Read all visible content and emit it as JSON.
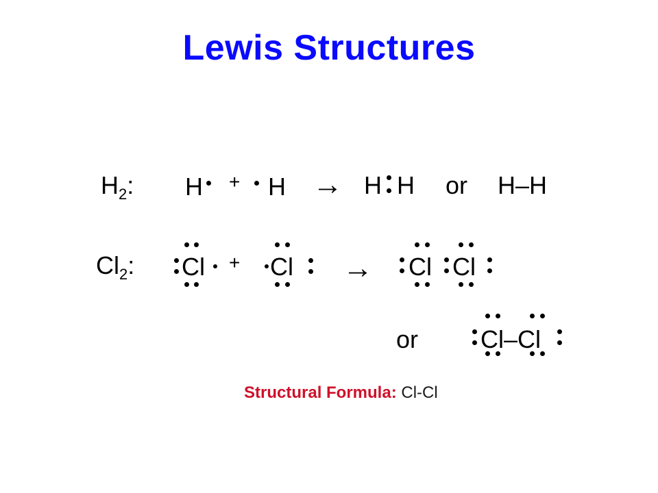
{
  "title": "Lewis Structures",
  "accent_colors": {
    "title": "#0a0aff",
    "formula_label": "#d0102a"
  },
  "h2_row": {
    "label_main": "H",
    "label_sub": "2",
    "label_colon": ":",
    "atom_left": "H",
    "plus": "+",
    "atom_right": "H",
    "arrow": "→",
    "product_left": "H",
    "product_right": "H",
    "or": "or",
    "line_formula": "H–H"
  },
  "cl2_row": {
    "label_main": "Cl",
    "label_sub": "2",
    "label_colon": ":",
    "atom_left": "Cl",
    "plus": "+",
    "atom_right": "Cl",
    "arrow": "→",
    "product_left": "Cl",
    "product_right": "Cl"
  },
  "cl2_alt": {
    "or": "or",
    "line_formula": "Cl–Cl"
  },
  "structural_formula": {
    "label": "Structural Formula:",
    "value": "Cl-Cl"
  }
}
